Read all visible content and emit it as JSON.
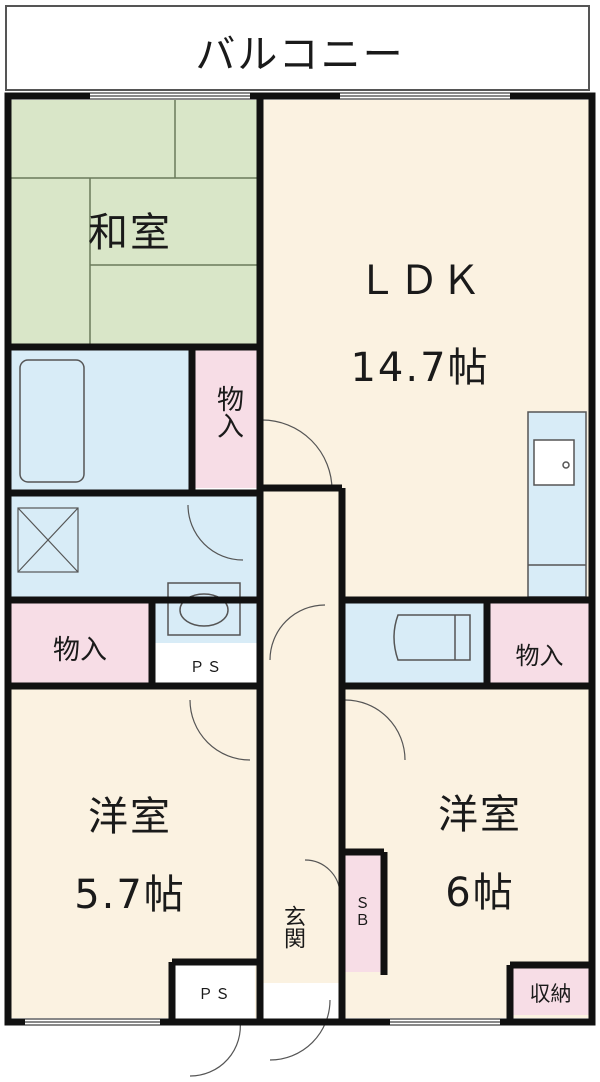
{
  "rooms": {
    "balcony": "バルコニー",
    "washitsu": "和室",
    "ldk_name": "ＬＤＫ",
    "ldk_size": "14.7帖",
    "closet1": "物入",
    "closet2": "物入",
    "closet3": "物入",
    "ps1": "ＰＳ",
    "ps2": "ＰＳ",
    "youshitsu_left": "洋室",
    "youshitsu_left_size": "5.7帖",
    "youshitsu_right": "洋室",
    "youshitsu_right_size": "6帖",
    "genkan": "玄関",
    "sb": "ＳＢ",
    "storage": "収納"
  },
  "colors": {
    "wall": "#111111",
    "tatami": "#d9e6c8",
    "floor": "#fbf2e1",
    "wet": "#d8ecf7",
    "closet": "#f7dde6",
    "balcony": "#ffffff"
  }
}
